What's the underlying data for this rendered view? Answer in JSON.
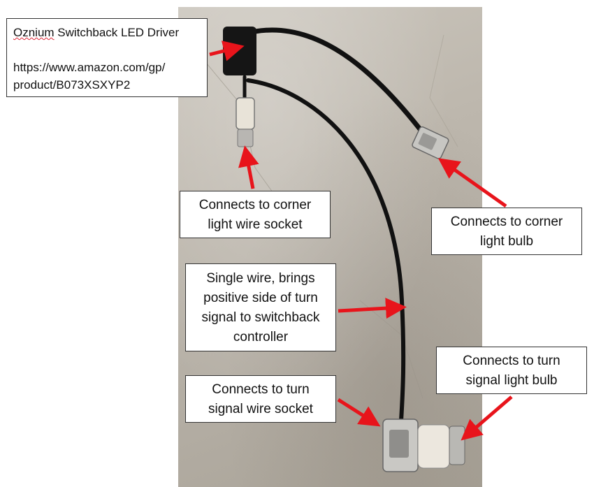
{
  "callouts": {
    "driver_brand": "Oznium",
    "driver_rest": " Switchback LED Driver",
    "driver_url": "https://www.amazon.com/gp/\nproduct/B073XSXYP2",
    "corner_socket": "Connects to corner\nlight wire socket",
    "corner_bulb": "Connects to corner\nlight bulb",
    "single_wire": "Single wire, brings\npositive side of turn\nsignal to switchback\ncontroller",
    "turn_socket": "Connects to turn\nsignal wire socket",
    "turn_bulb": "Connects to turn\nsignal light bulb"
  },
  "colors": {
    "arrow": "#e8141b",
    "concrete": "#bdb7ad",
    "wire": "#111111"
  }
}
